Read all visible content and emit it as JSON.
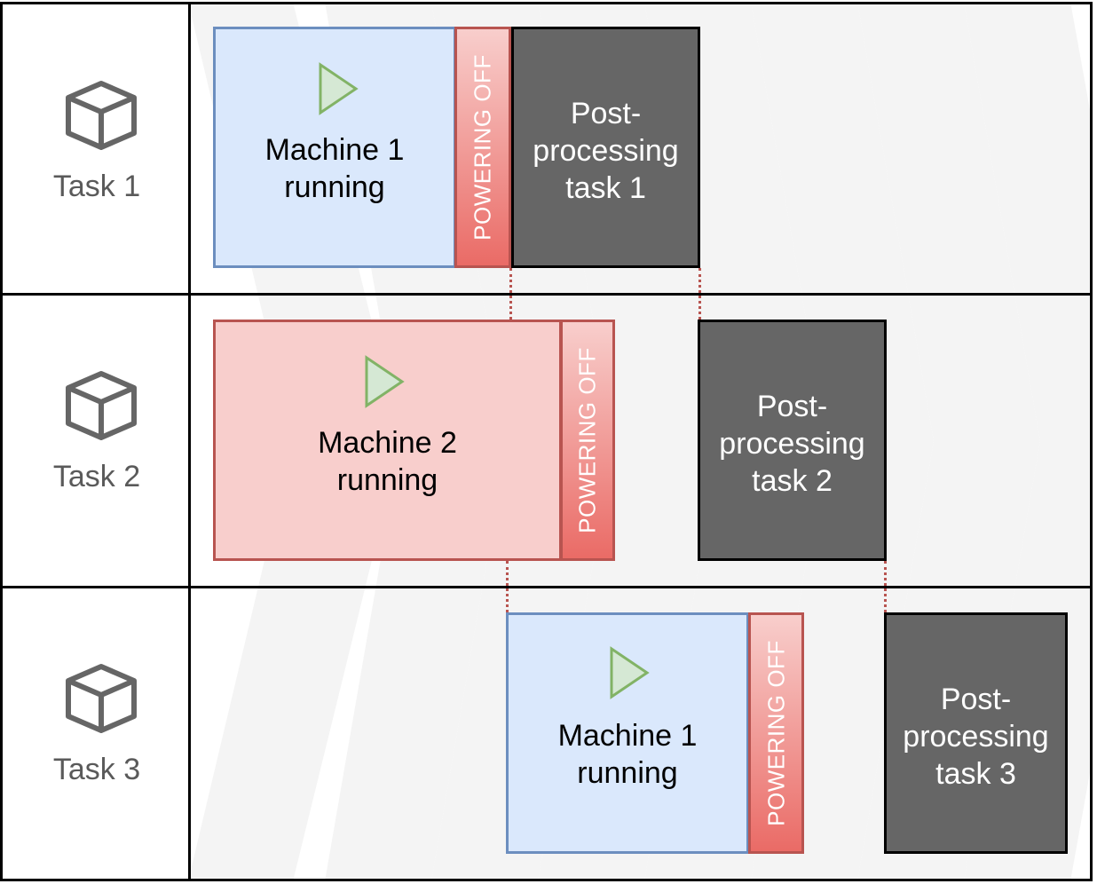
{
  "tasks": [
    {
      "label": "Task 1",
      "machine": "Machine 1 running",
      "machine_line1": "Machine 1",
      "machine_line2": "running",
      "power": "POWERING OFF",
      "post_line1": "Post-",
      "post_line2": "processing",
      "post_line3": "task 1"
    },
    {
      "label": "Task 2",
      "machine": "Machine 2 running",
      "machine_line1": "Machine 2",
      "machine_line2": "running",
      "power": "POWERING OFF",
      "post_line1": "Post-",
      "post_line2": "processing",
      "post_line3": "task 2"
    },
    {
      "label": "Task 3",
      "machine": "Machine 1 running",
      "machine_line1": "Machine 1",
      "machine_line2": "running",
      "power": "POWERING OFF",
      "post_line1": "Post-",
      "post_line2": "processing",
      "post_line3": "task 3"
    }
  ],
  "colors": {
    "machine_blue_fill": "#dae8fc",
    "machine_blue_border": "#6c8ebf",
    "machine_red_fill": "#f8cecc",
    "machine_red_border": "#b85450",
    "power_gradient_end": "#ea6b66",
    "post_fill": "#666666",
    "play_icon": "#82b366",
    "chevron": "#f4f4f4"
  },
  "icons": {
    "task": "cube-icon",
    "machine": "play-icon"
  }
}
